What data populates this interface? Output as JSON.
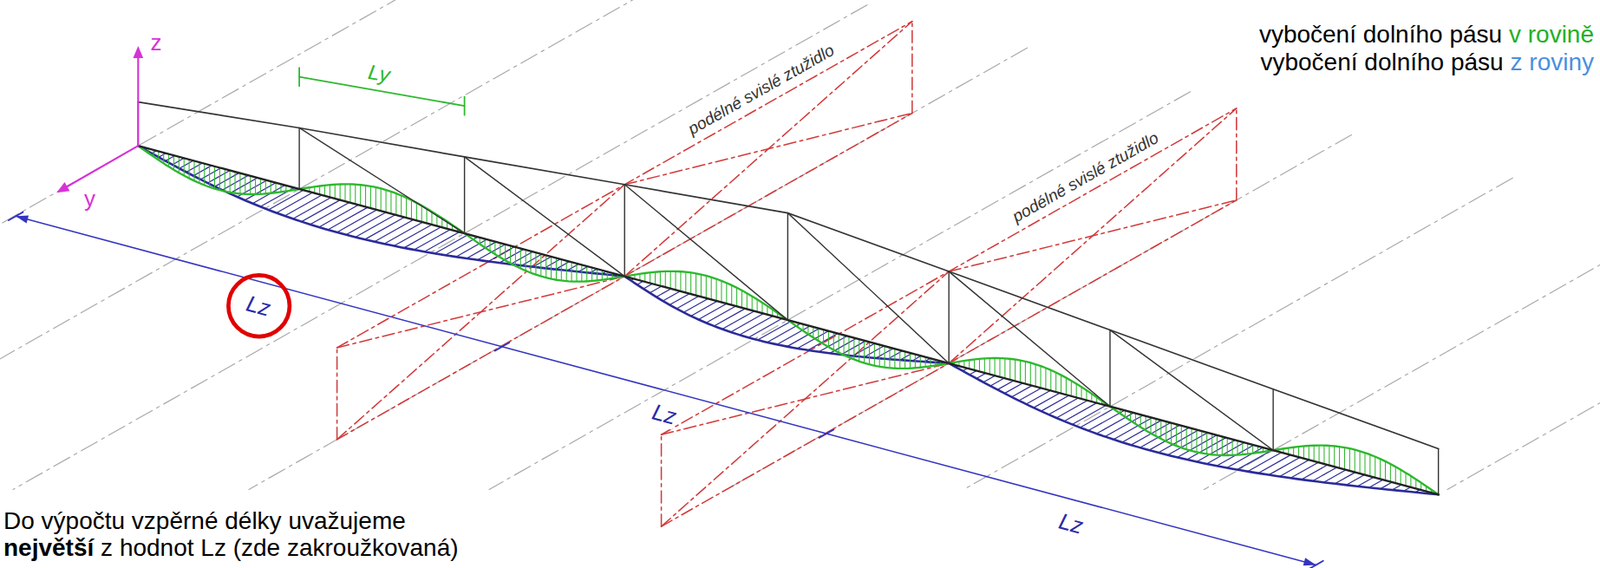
{
  "diagram": {
    "labels": [
      "z",
      "y",
      "Ly",
      "podélné svislé ztužidlo",
      "podélné svislé ztužidlo",
      "vybočení dolního pásu",
      "v rovině",
      "vybočení dolního pásu",
      "z roviny",
      "Lz",
      "Lz",
      "Lz",
      "Do výpočtu vzpěrné délky uvažujeme",
      "největší",
      "z hodnot Lz (zde zakroužkovaná)"
    ]
  }
}
